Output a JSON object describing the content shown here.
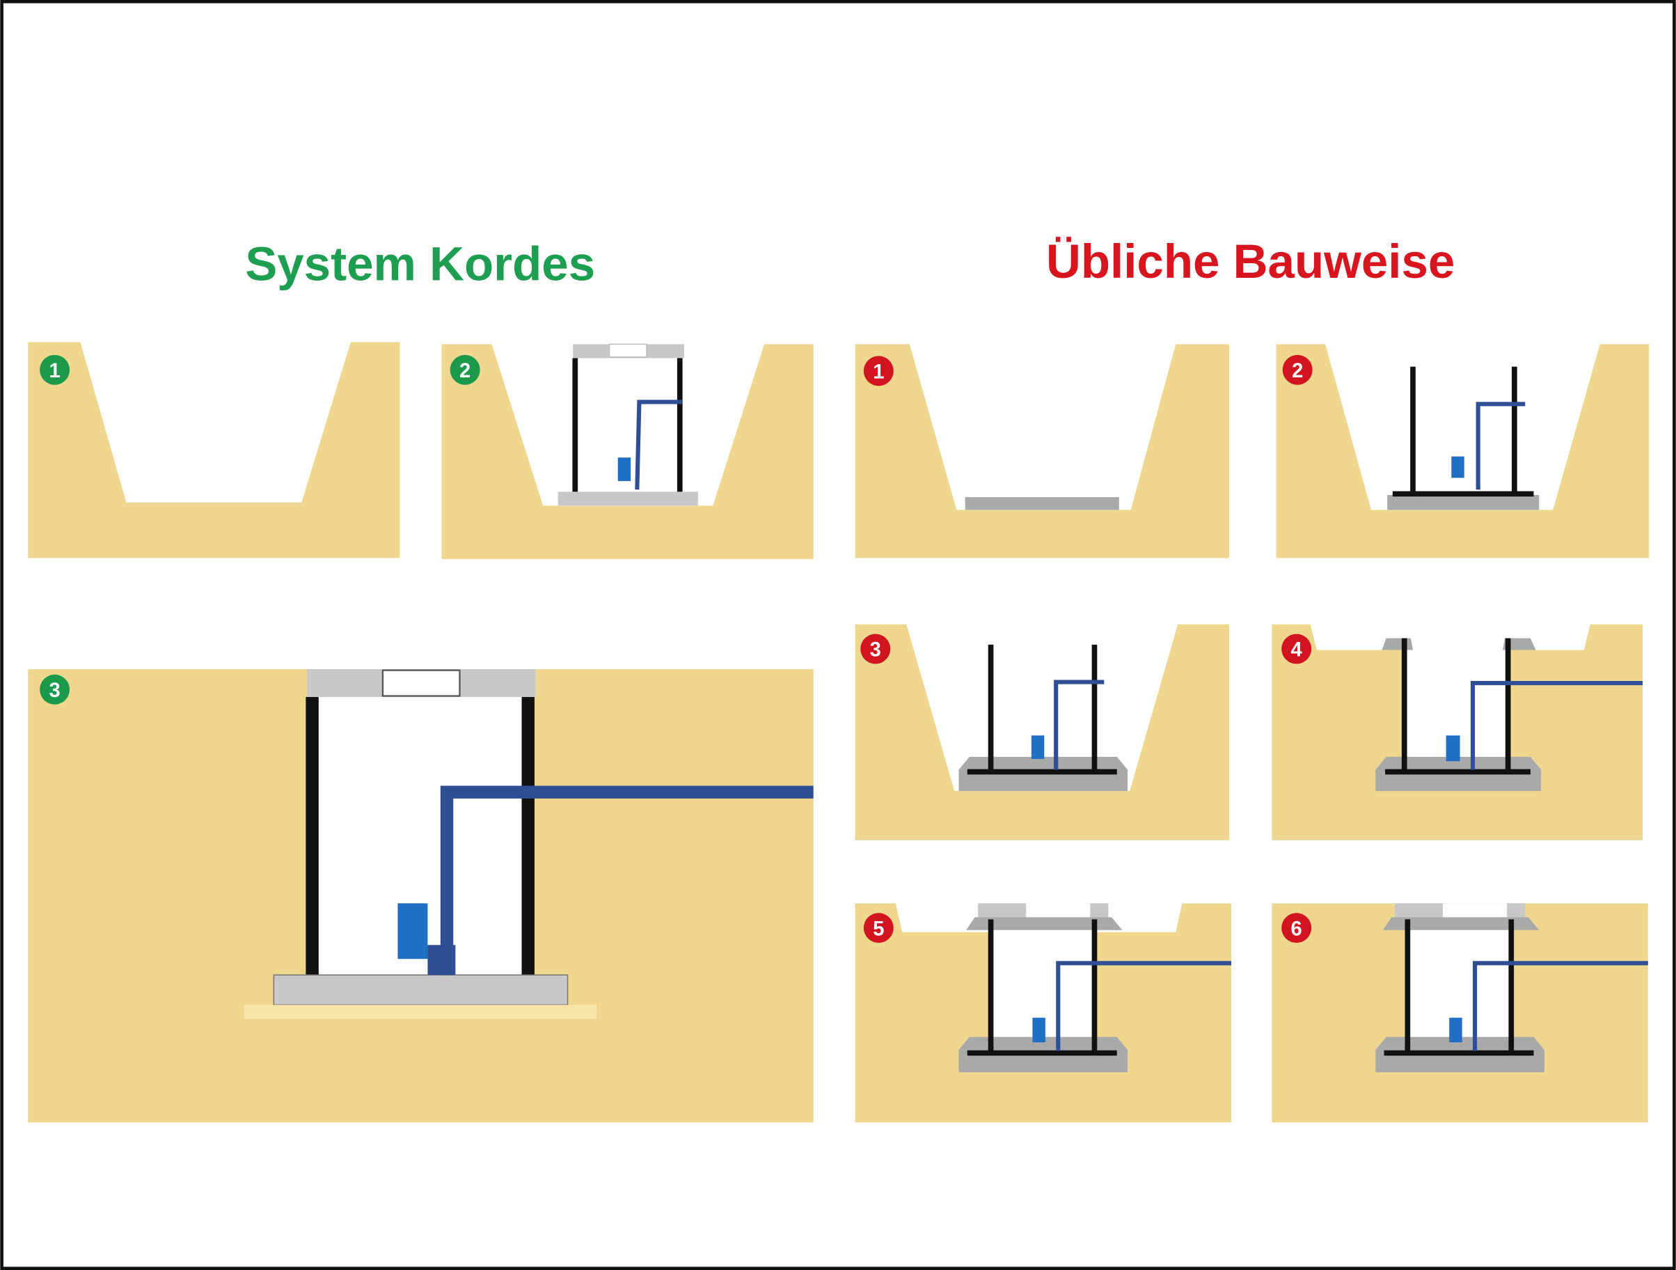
{
  "titles": {
    "left": "System Kordes",
    "right": "Übliche Bauweise"
  },
  "colors": {
    "kordes_green": "#1e9e50",
    "conventional_red": "#d8141e",
    "sand": "#f0d790",
    "pipe": "#2e4f96"
  },
  "kordes_steps": [
    "1",
    "2",
    "3"
  ],
  "conventional_steps": [
    "1",
    "2",
    "3",
    "4",
    "5",
    "6"
  ]
}
